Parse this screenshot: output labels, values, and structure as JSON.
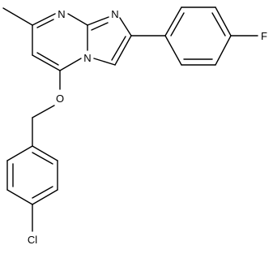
{
  "structure": {
    "atom_labels": {
      "n_pyrimidine": "N",
      "n_imidazole": "N",
      "n_bridgehead": "N",
      "o_ether": "O",
      "f_substituent": "F",
      "cl_substituent": "Cl"
    },
    "colors": {
      "bond": "#000000",
      "label": "#000000",
      "background": "#ffffff"
    }
  }
}
